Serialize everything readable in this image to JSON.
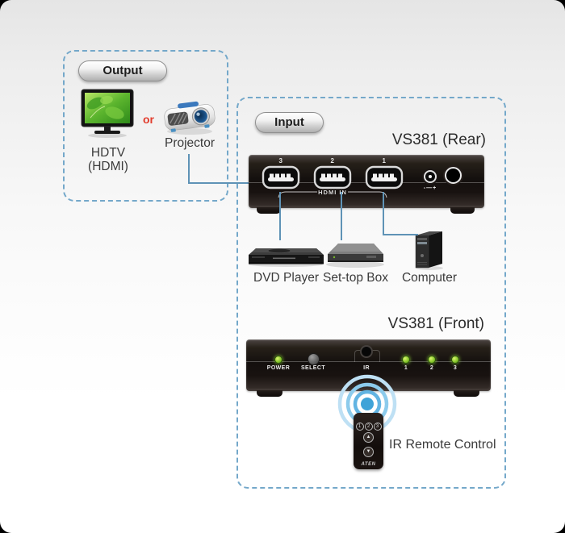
{
  "output": {
    "label": "Output",
    "hdtv_line1": "HDTV",
    "hdtv_line2": "(HDMI)",
    "or_text": "or",
    "projector_label": "Projector"
  },
  "input": {
    "label": "Input",
    "devices": {
      "dvd": "DVD Player",
      "stb": "Set-top Box",
      "pc": "Computer"
    }
  },
  "rear": {
    "title": "VS381 (Rear)",
    "ports": [
      "3",
      "2",
      "1"
    ],
    "group_label": "HDMI IN",
    "polarity": "-—+"
  },
  "front": {
    "title": "VS381 (Front)",
    "power_label": "POWER",
    "select_label": "SELECT",
    "ir_label": "IR",
    "led_labels": [
      "1",
      "2",
      "3"
    ]
  },
  "remote": {
    "label": "IR Remote Control",
    "buttons": [
      "1",
      "2",
      "3"
    ],
    "brand": "ATEN"
  },
  "colors": {
    "dashed_border": "#74a8ca",
    "connector_line": "#5f93b6",
    "led_green": "#8ad034",
    "or_red": "#e23c2c",
    "wave_blue": "#45a6da",
    "panel_black": "#14100e"
  }
}
